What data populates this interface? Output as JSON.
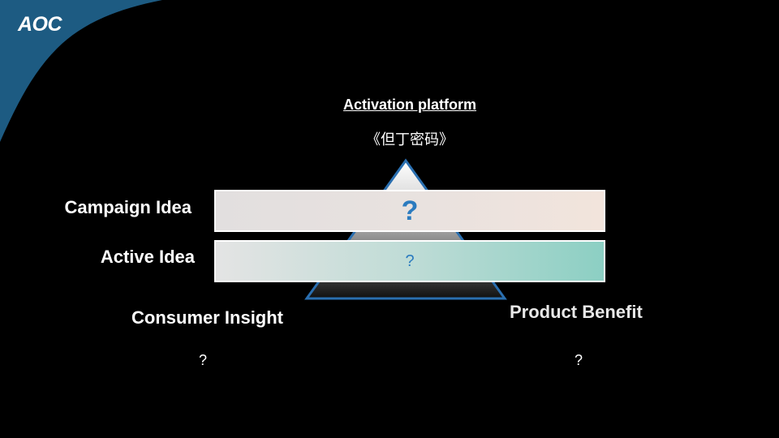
{
  "brand": {
    "logo_text": "AOC",
    "accent_color": "#1d5b82"
  },
  "activation": {
    "title": "Activation platform",
    "name": "《但丁密码》"
  },
  "pyramid": {
    "campaign_idea": {
      "label": "Campaign Idea",
      "value": "?"
    },
    "active_idea": {
      "label": "Active Idea",
      "value": "?"
    },
    "consumer_insight": {
      "label": "Consumer Insight",
      "value": "?"
    },
    "product_benefit": {
      "label": "Product Benefit",
      "value": "?"
    }
  },
  "colors": {
    "background": "#000000",
    "question_mark": "#2b7bbf",
    "pyramid_outline": "#2a6fb0"
  }
}
